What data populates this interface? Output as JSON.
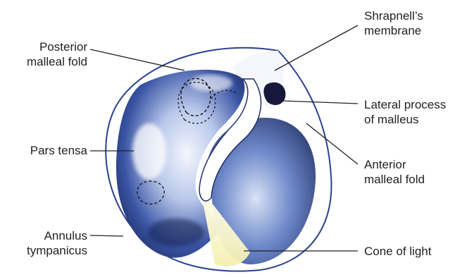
{
  "colors": {
    "membrane_dark": "#1f2e6b",
    "membrane_mid": "#3d5aa8",
    "membrane_light": "#eef2fb",
    "outline": "#2b3f8f",
    "leader": "#222222",
    "cone": "#fffbe0"
  },
  "labels": {
    "posterior_malleal_fold": [
      "Posterior",
      "malleal fold"
    ],
    "pars_tensa": [
      "Pars tensa"
    ],
    "annulus_tympanicus": [
      "Annulus",
      "tympanicus"
    ],
    "shrapnells_membrane": [
      "Shrapnell’s",
      "membrane"
    ],
    "lateral_process": [
      "Lateral process",
      "of malleus"
    ],
    "anterior_malleal_fold": [
      "Anterior",
      "malleal fold"
    ],
    "cone_of_light": [
      "Cone of light"
    ]
  }
}
